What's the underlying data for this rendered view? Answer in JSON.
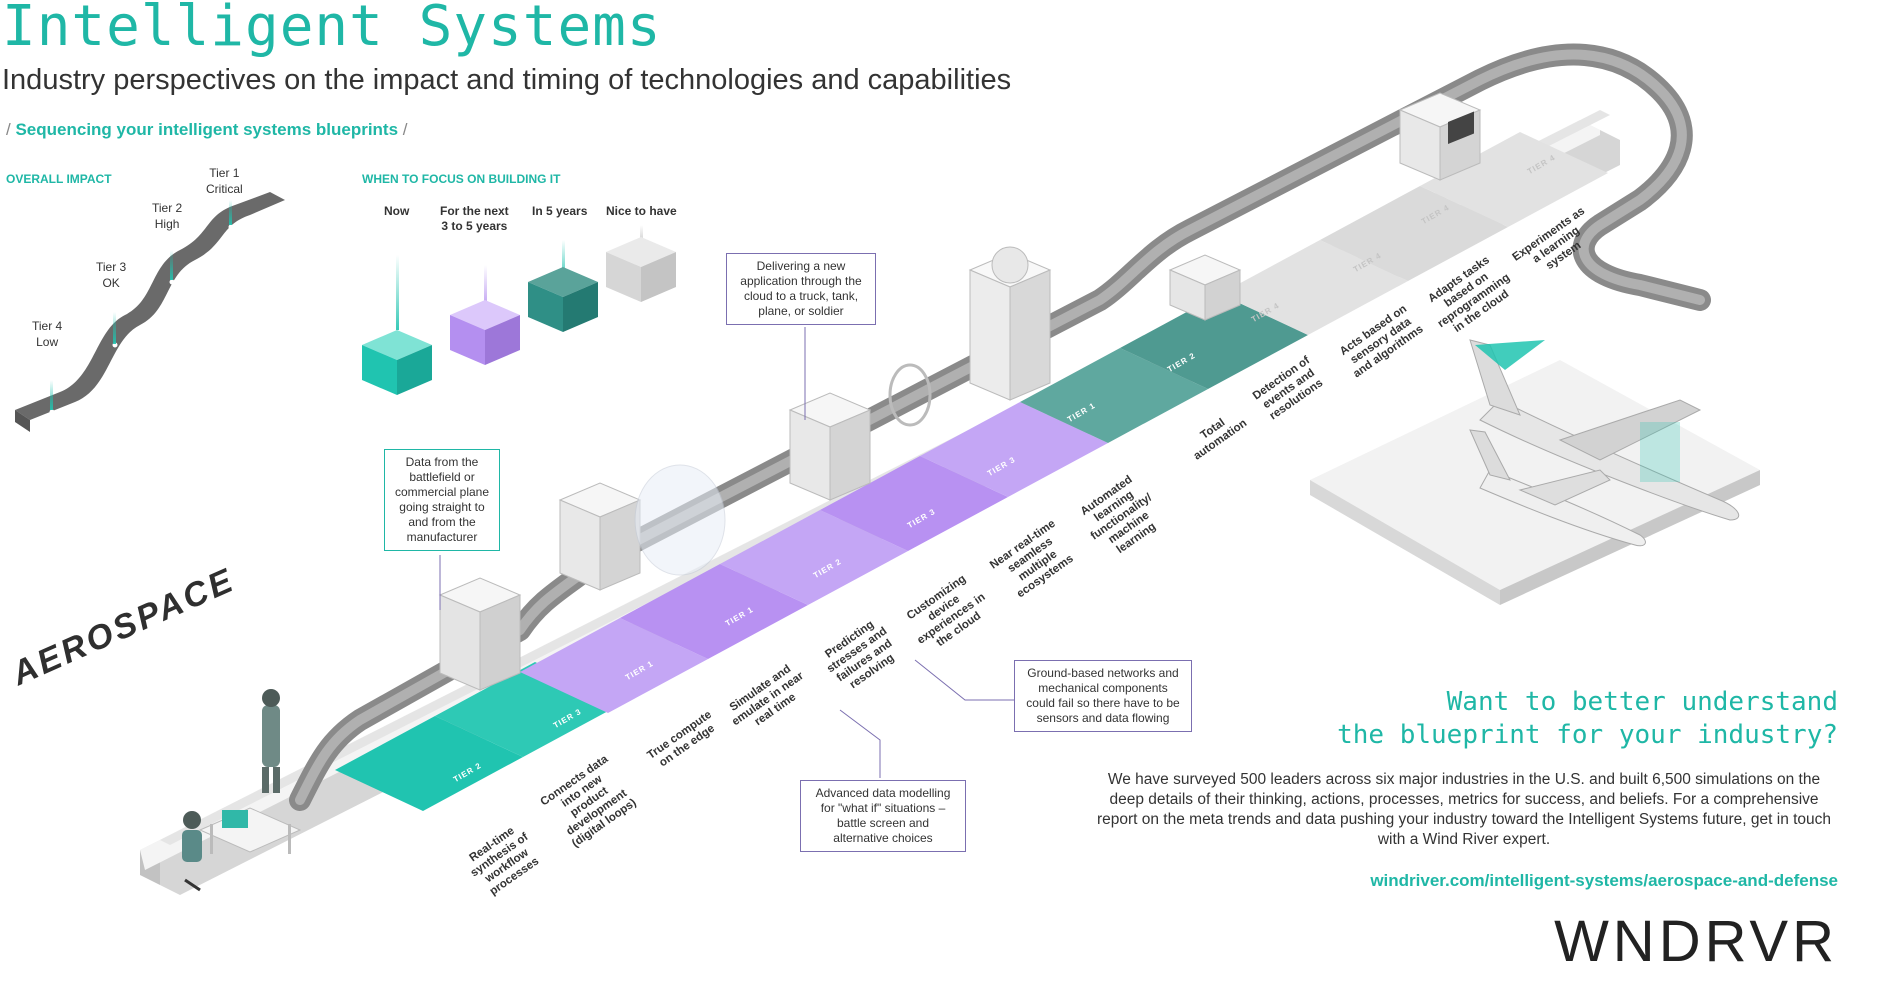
{
  "header": {
    "title": "Intelligent Systems",
    "subtitle": "Industry perspectives on the impact and timing of technologies and capabilities"
  },
  "section": {
    "slash_left": "/",
    "label": "Sequencing your intelligent systems blueprints",
    "slash_right": "/"
  },
  "overall_impact": {
    "heading": "OVERALL IMPACT",
    "tiers": [
      {
        "name": "Tier 1",
        "desc": "Critical"
      },
      {
        "name": "Tier 2",
        "desc": "High"
      },
      {
        "name": "Tier 3",
        "desc": "OK"
      },
      {
        "name": "Tier 4",
        "desc": "Low"
      }
    ]
  },
  "focus": {
    "heading": "WHEN TO FOCUS ON BUILDING IT",
    "items": [
      {
        "label": "Now",
        "color": "#20c4b0"
      },
      {
        "label": "For the next\n3 to 5 years",
        "color": "#a57de8"
      },
      {
        "label": "In 5 years",
        "color": "#2f8f86"
      },
      {
        "label": "Nice to have",
        "color": "#cfcfcf"
      }
    ]
  },
  "callouts": [
    "Delivering a new application through the cloud to a truck, tank, plane, or soldier",
    "Data from the battlefield or commercial plane going straight to and from the manufacturer",
    "Ground-based networks and mechanical components could fail so there have to be sensors and data flowing",
    "Advanced data modelling for \"what if\" situations – battle screen and alternative choices"
  ],
  "industry": "AEROSPACE",
  "steps": [
    "Real-time\nsynthesis of\nworkflow\nprocesses",
    "Connects data\ninto new\nproduct\ndevelopment\n(digital loops)",
    "True compute\non the edge",
    "Simulate and\nemulate in near\nreal time",
    "Predicting\nstresses and\nfailures and\nresolving",
    "Customizing\ndevice\nexperiences in\nthe cloud",
    "Near real-time\nseamless\nmultiple\necosystems",
    "Automated\nlearning\nfunctionality/\nmachine\nlearning",
    "Total\nautomation",
    "Detection of\nevents and\nresolutions",
    "Acts based on\nsensory data\nand algorithms",
    "Adapts tasks\nbased on\nreprogramming\nin the cloud",
    "Experiments as\na learning\nsystem"
  ],
  "segment_tiers": [
    "TIER 2",
    "TIER 3",
    "TIER 1",
    "TIER 1",
    "TIER 2",
    "TIER 3",
    "TIER 3",
    "TIER 1",
    "TIER 2",
    "TIER 4",
    "TIER 4",
    "TIER 4",
    "TIER 4"
  ],
  "cta": {
    "line1": "Want to better understand",
    "line2": "the blueprint for your industry?",
    "body": "We have surveyed 500 leaders across six major industries in the U.S. and built 6,500 simulations on the deep details of their thinking, actions, processes, metrics for success, and beliefs. For a comprehensive report on the meta trends and data pushing your industry toward the Intelligent Systems future, get in touch with a Wind River expert.",
    "link": "windriver.com/intelligent-systems/aerospace-and-defense"
  },
  "logo": "WNDRVR",
  "colors": {
    "teal": "#20c4b0",
    "purple": "#b48ff0",
    "dark_teal": "#4f9a91",
    "gray": "#e2e2e2",
    "brand": "#1fb7a6"
  }
}
